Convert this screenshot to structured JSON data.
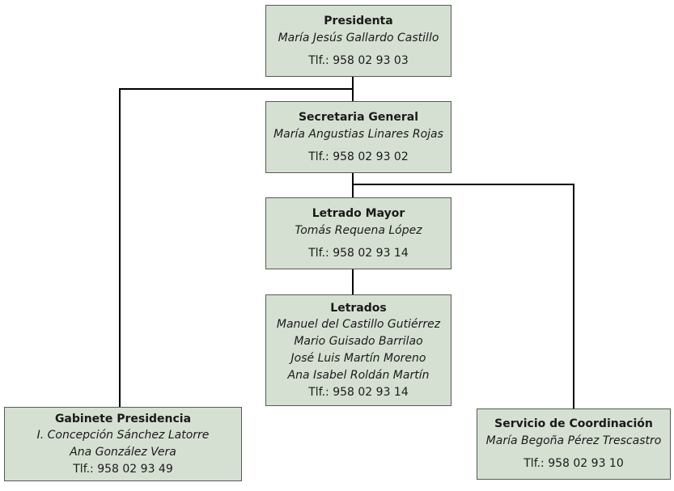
{
  "nodes": {
    "presidenta": {
      "title": "Presidenta",
      "people": [
        "María Jesús Gallardo Castillo"
      ],
      "phone": "Tlf.: 958 02 93 03"
    },
    "secretaria": {
      "title": "Secretaria General",
      "people": [
        "María Angustias Linares Rojas"
      ],
      "phone": "Tlf.: 958 02 93 02"
    },
    "letrado_mayor": {
      "title": "Letrado Mayor",
      "people": [
        "Tomás Requena López"
      ],
      "phone": "Tlf.: 958 02 93 14"
    },
    "letrados": {
      "title": "Letrados",
      "people": [
        "Manuel del Castillo Gutiérrez",
        "Mario Guisado Barrilao",
        "José Luis Martín Moreno",
        "Ana Isabel Roldán Martín"
      ],
      "phone": "Tlf.: 958 02 93 14"
    },
    "gabinete": {
      "title": "Gabinete Presidencia",
      "people": [
        "I. Concepción Sánchez Latorre",
        "Ana González Vera"
      ],
      "phone": "Tlf.: 958 02 93 49"
    },
    "coordinacion": {
      "title": "Servicio de Coordinación",
      "people": [
        "María Begoña Pérez Trescastro"
      ],
      "phone": "Tlf.: 958 02 93 10"
    }
  },
  "colors": {
    "box_fill": "#d6e0d2",
    "box_border": "#555a55",
    "line": "#000000"
  }
}
